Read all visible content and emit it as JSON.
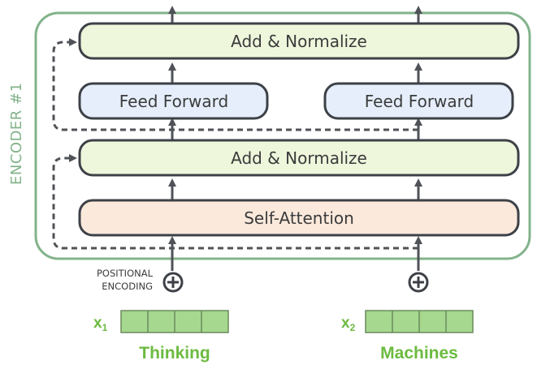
{
  "encoder": {
    "label": "ENCODER #1"
  },
  "layers": {
    "add_norm_top": "Add & Normalize",
    "feed_forward_left": "Feed Forward",
    "feed_forward_right": "Feed Forward",
    "add_norm_bottom": "Add & Normalize",
    "self_attention": "Self-Attention"
  },
  "positional_encoding": {
    "line1": "POSITIONAL",
    "line2": "ENCODING"
  },
  "inputs": [
    {
      "symbol": "x",
      "subscript": "1",
      "word": "Thinking"
    },
    {
      "symbol": "x",
      "subscript": "2",
      "word": "Machines"
    }
  ],
  "colors": {
    "encoder_border": "#82b38a",
    "add_norm_fill": "#eef6dc",
    "feed_forward_fill": "#e5eefa",
    "self_attention_fill": "#fbe9dc",
    "box_stroke": "#3d4147",
    "arrow": "#4f5257",
    "embedding_fill": "#a6d88f",
    "embedding_stroke": "#6a8a5c",
    "word_color": "#6cbb40"
  },
  "icons": {
    "plus": "circled-plus-icon"
  }
}
